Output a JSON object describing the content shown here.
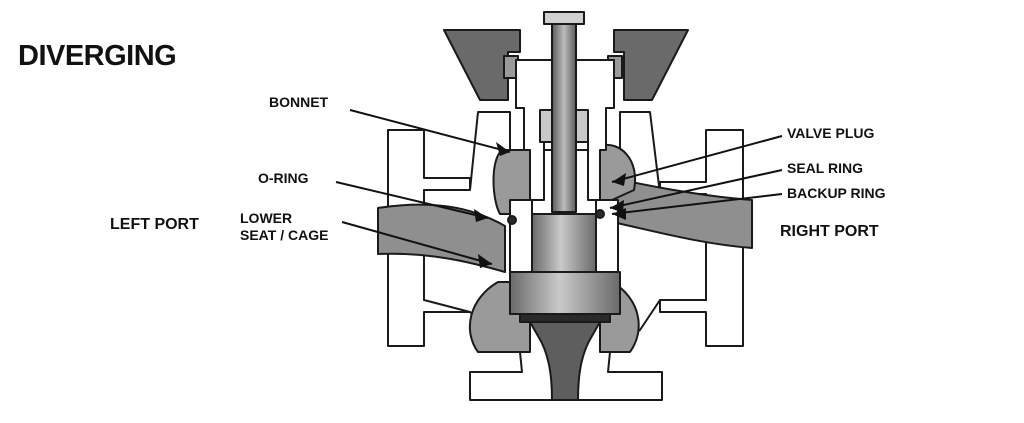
{
  "title": "DIVERGING",
  "ports": {
    "left": "LEFT PORT",
    "right": "RIGHT PORT"
  },
  "callouts": {
    "bonnet": "BONNET",
    "o_ring": "O-RING",
    "lower_seat_line1": "LOWER",
    "lower_seat_line2": "SEAT / CAGE",
    "valve_plug": "VALVE PLUG",
    "seal_ring": "SEAL RING",
    "backup_ring": "BACKUP RING"
  },
  "colors": {
    "outline": "#1a1a1a",
    "body_fill": "#ffffff",
    "flow_gray": "#8f8f8f",
    "dark_gray": "#5e5e5e",
    "actuator_gray": "#6a6a6a"
  }
}
